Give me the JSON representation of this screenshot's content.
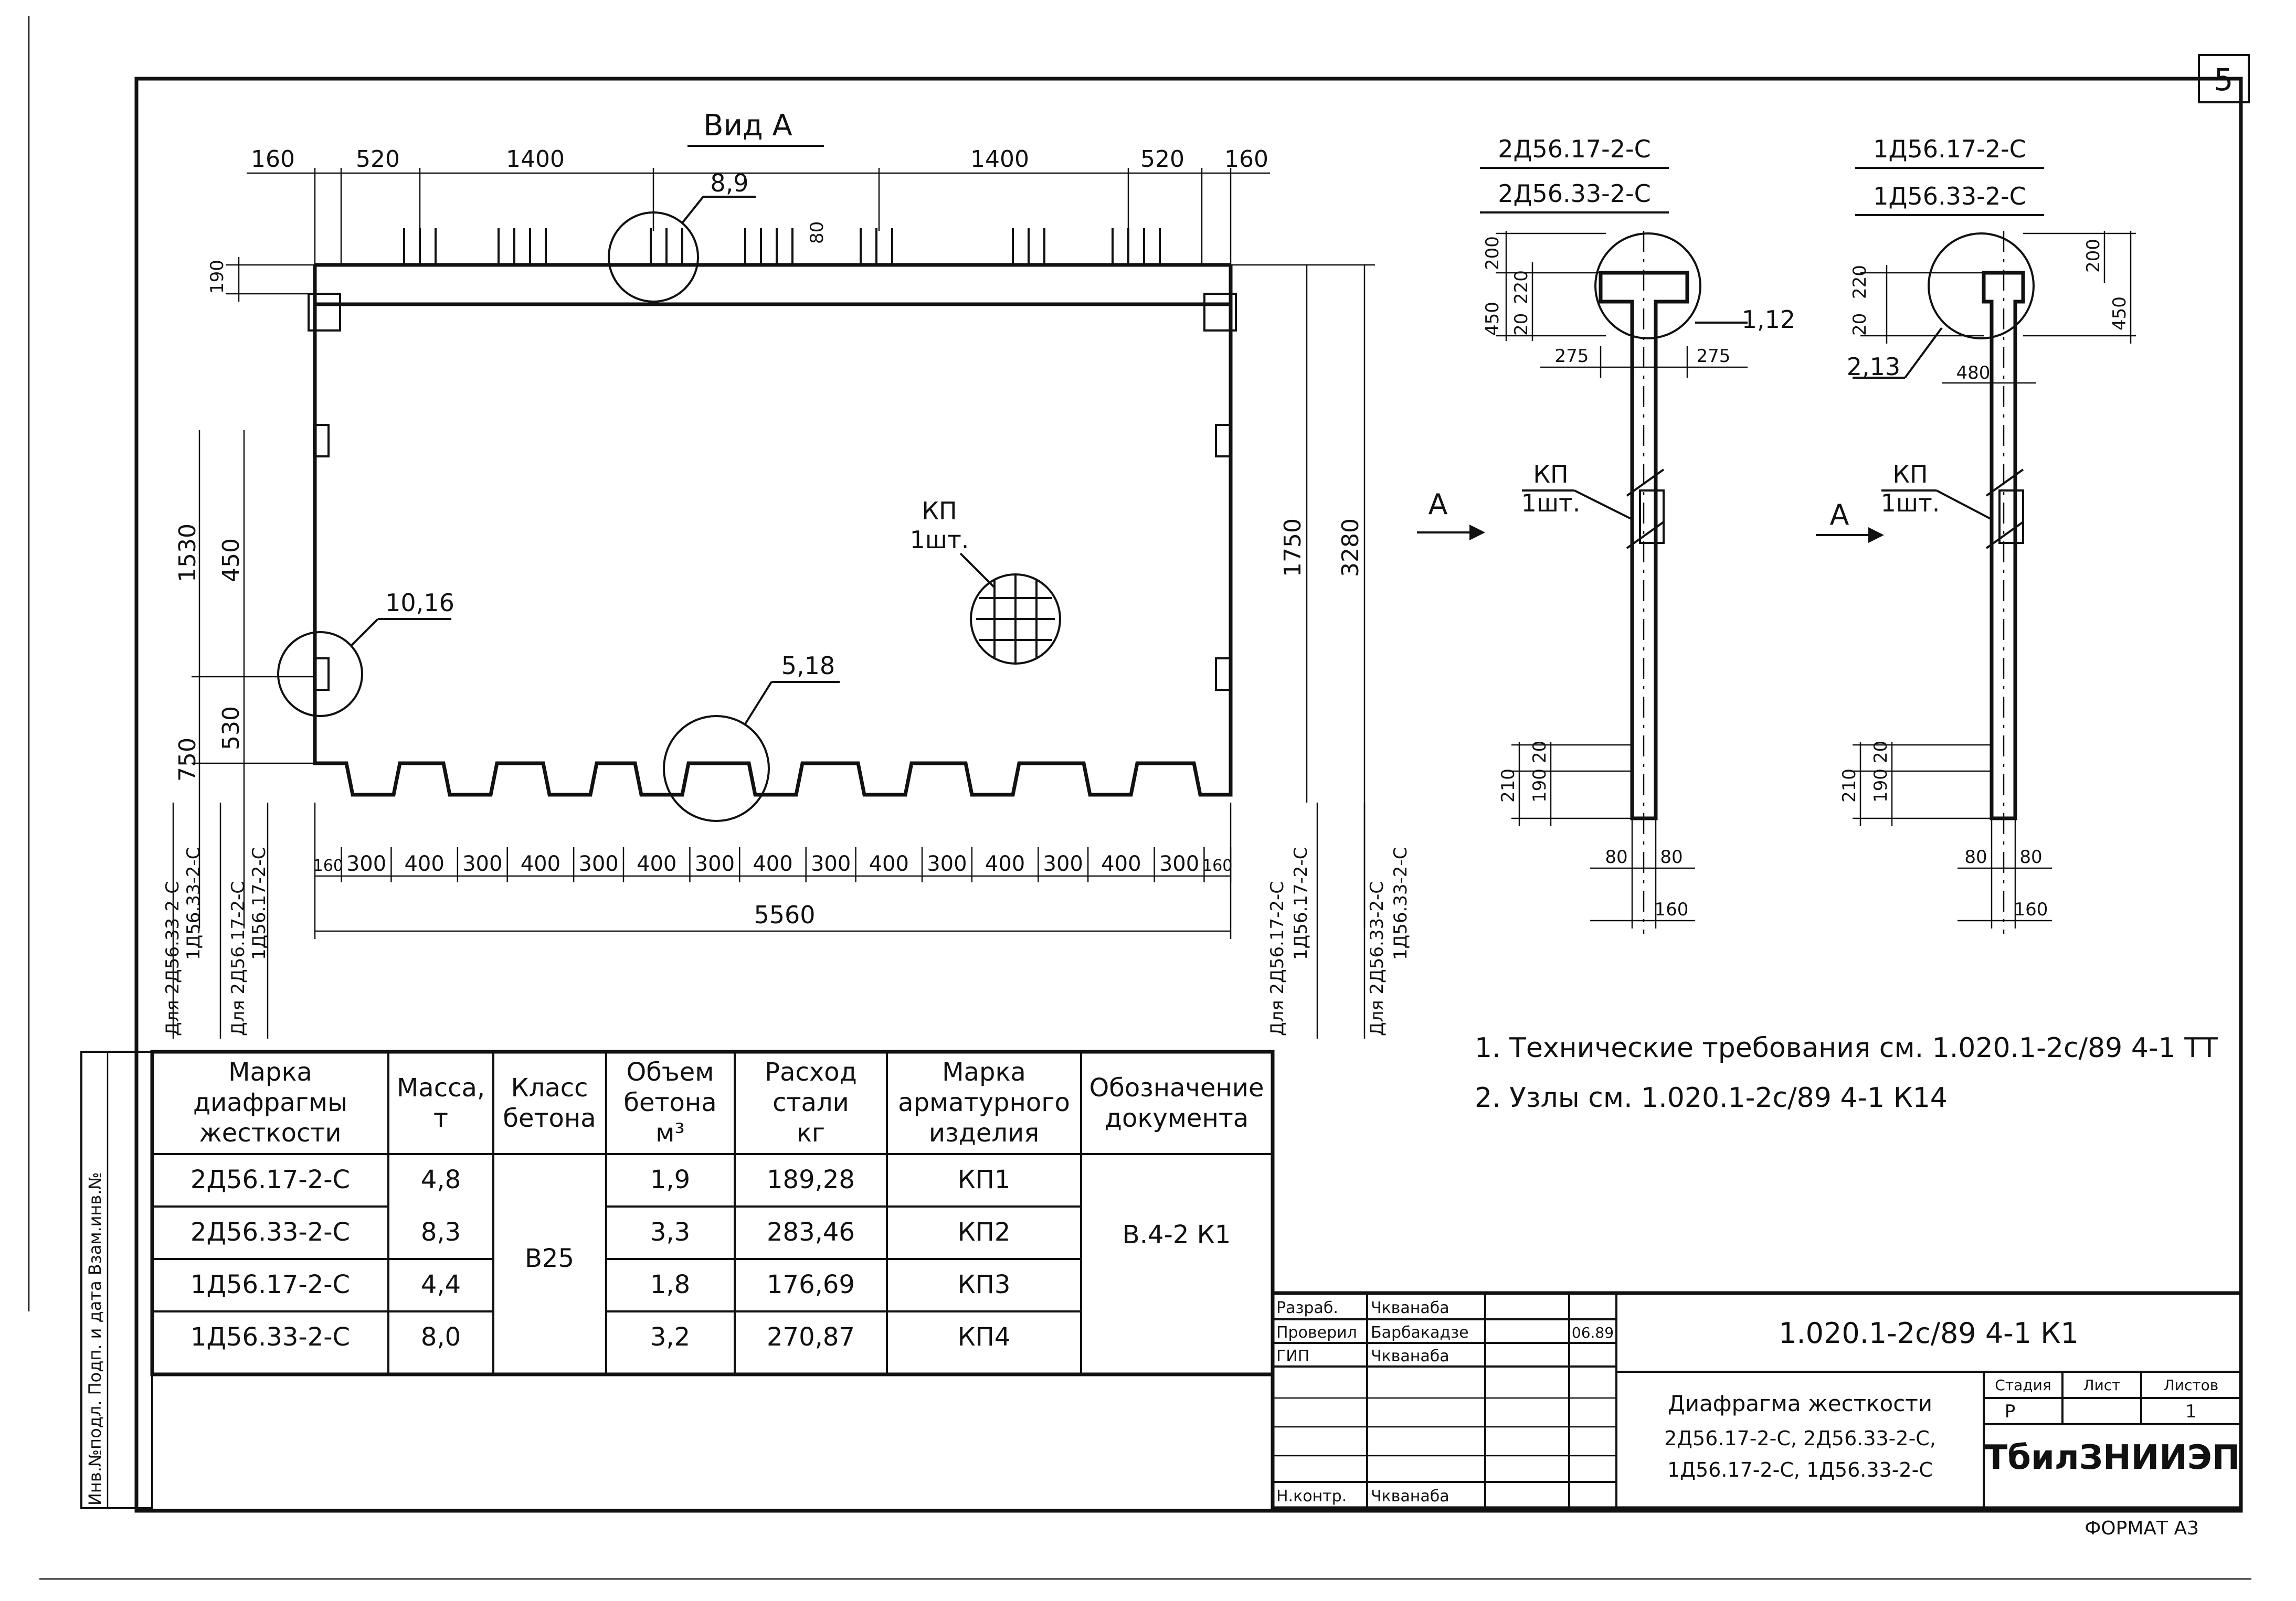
{
  "sheet_number": "5",
  "format_label": "ФОРМАТ А3",
  "view": {
    "title": "Вид А",
    "dims_top": [
      "160",
      "520",
      "1400",
      "1400",
      "520",
      "160"
    ],
    "dim_190": "190",
    "dim_80": "80",
    "callout_8_9": "8,9",
    "callout_10_16": "10,16",
    "callout_5_18": "5,18",
    "kp_label_1": "КП",
    "kp_label_2": "1шт.",
    "dims_left": [
      "1530",
      "450",
      "750",
      "530"
    ],
    "dims_right": [
      "1750",
      "3280"
    ],
    "dims_bottom": [
      "160",
      "300",
      "400",
      "300",
      "400",
      "300",
      "400",
      "300",
      "400",
      "300",
      "400",
      "300",
      "400",
      "300",
      "400",
      "300",
      "160"
    ],
    "total_length": "5560",
    "left_for_labels": [
      "Для 2Д56.33-2-С",
      "1Д56.33-2-С",
      "Для 2Д56.17-2-С",
      "1Д56.17-2-С"
    ],
    "right_for_labels": [
      "Для 2Д56.17-2-С",
      "1Д56.17-2-С",
      "Для 2Д56.33-2-С",
      "1Д56.33-2-С"
    ]
  },
  "section1": {
    "title_1": "2Д56.17-2-С",
    "title_2": "2Д56.33-2-С",
    "dims": [
      "200",
      "450",
      "20",
      "220",
      "275",
      "275",
      "210",
      "190",
      "20",
      "80",
      "80",
      "160"
    ],
    "callout": "1,12",
    "kp_1": "КП",
    "kp_2": "1шт.",
    "arrow": "А"
  },
  "section2": {
    "title_1": "1Д56.17-2-С",
    "title_2": "1Д56.33-2-С",
    "dims": [
      "220",
      "20",
      "200",
      "450",
      "480",
      "210",
      "190",
      "20",
      "80",
      "80",
      "160"
    ],
    "callout": "2,13",
    "kp_1": "КП",
    "kp_2": "1шт.",
    "arrow": "А"
  },
  "notes": [
    "1. Технические требования см. 1.020.1-2с/89 4-1 ТТ",
    "2. Узлы см. 1.020.1-2с/89 4-1 К14"
  ],
  "spec_table": {
    "headers": [
      [
        "Марка",
        "диафрагмы",
        "жесткости"
      ],
      [
        "Масса,",
        "т"
      ],
      [
        "Класс",
        "бетона"
      ],
      [
        "Объем",
        "бетона",
        "м³"
      ],
      [
        "Расход",
        "стали",
        "кг"
      ],
      [
        "Марка",
        "арматурного",
        "изделия"
      ],
      [
        "Обозначение",
        "документа"
      ]
    ],
    "rows": [
      {
        "mark": "2Д56.17-2-С",
        "mass": "4,8",
        "volume": "1,9",
        "steel": "189,28",
        "item": "КП1"
      },
      {
        "mark": "2Д56.33-2-С",
        "mass": "8,3",
        "volume": "3,3",
        "steel": "283,46",
        "item": "КП2"
      },
      {
        "mark": "1Д56.17-2-С",
        "mass": "4,4",
        "volume": "1,8",
        "steel": "176,69",
        "item": "КП3"
      },
      {
        "mark": "1Д56.33-2-С",
        "mass": "8,0",
        "volume": "3,2",
        "steel": "270,87",
        "item": "КП4"
      }
    ],
    "concrete_class": "В25",
    "document": "В.4-2 К1"
  },
  "side_stamp": "Инв.№подл.  Подп. и дата  Взам.инв.№",
  "title_block": {
    "roles": [
      "Разраб.",
      "Проверил",
      "ГИП",
      "Н.контр."
    ],
    "names": [
      "Чкванаба",
      "Барбакадзе",
      "Чкванаба",
      "Чкванаба"
    ],
    "date": "06.89",
    "code": "1.020.1-2с/89 4-1 К1",
    "name_line1": "Диафрагма жесткости",
    "name_line2": "2Д56.17-2-С, 2Д56.33-2-С,",
    "name_line3": "1Д56.17-2-С, 1Д56.33-2-С",
    "stage_header": "Стадия",
    "sheet_header": "Лист",
    "sheets_header": "Листов",
    "stage": "Р",
    "sheets": "1",
    "org": "ТбилЗНИИЭП"
  }
}
